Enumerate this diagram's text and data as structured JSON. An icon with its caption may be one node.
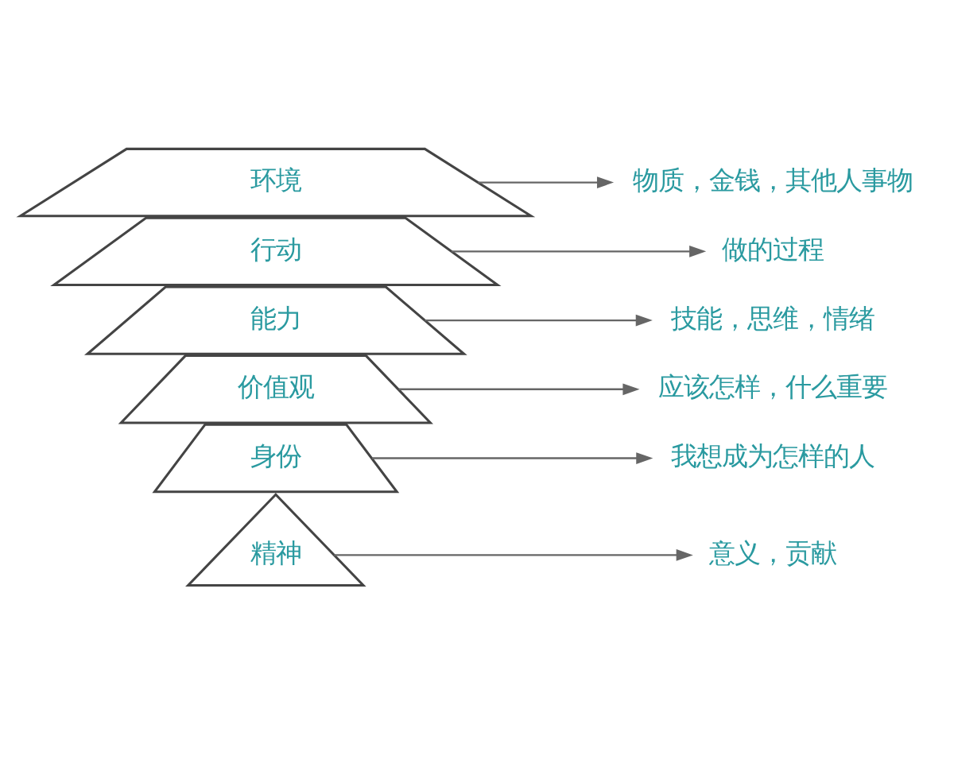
{
  "diagram": {
    "nodes": [
      {
        "text": [
          "精神"
        ]
      },
      {
        "text": [
          "身份"
        ]
      },
      {
        "text": [
          "价值观"
        ]
      },
      {
        "text": [
          "能力"
        ]
      },
      {
        "text": [
          "行动"
        ]
      },
      {
        "text": [
          "环境"
        ]
      },
      {
        "text": [
          "意义，贡献"
        ]
      },
      {
        "text": [
          "我想成为怎样的人"
        ]
      },
      {
        "text": [
          "应该怎样，什么重要"
        ]
      },
      {
        "text": [
          "技能，思维，情绪"
        ]
      },
      {
        "text": [
          "做的过程"
        ]
      },
      {
        "text": [
          "物质，金钱，其他人事物"
        ]
      }
    ],
    "edges": [
      {
        "from": 0,
        "to": 6,
        "arrow": "to"
      },
      {
        "from": 1,
        "to": 7,
        "arrow": "to"
      },
      {
        "from": 2,
        "to": 8,
        "arrow": "to"
      },
      {
        "from": 3,
        "to": 9,
        "arrow": "to"
      },
      {
        "from": 4,
        "to": 10,
        "arrow": "to"
      },
      {
        "from": 5,
        "to": 11,
        "arrow": "to"
      }
    ]
  }
}
